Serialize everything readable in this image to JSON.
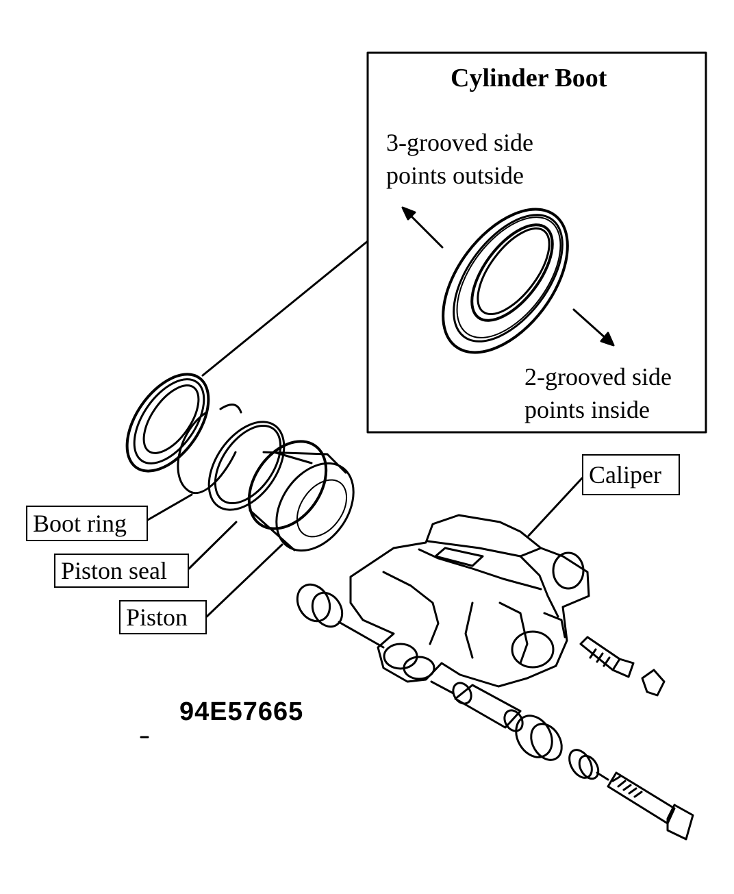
{
  "figure_code": "94E57665",
  "inset": {
    "title": "Cylinder Boot",
    "outside_note_line1": "3-grooved side",
    "outside_note_line2": "points outside",
    "inside_note_line1": "2-grooved side",
    "inside_note_line2": "points inside"
  },
  "callouts": {
    "boot_ring": "Boot ring",
    "piston_seal": "Piston seal",
    "piston": "Piston",
    "caliper": "Caliper"
  }
}
